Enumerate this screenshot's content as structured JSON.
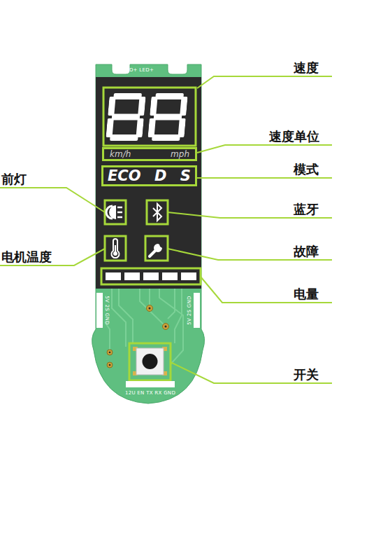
{
  "diagram": {
    "nodes": [
      {
        "text": [
          "km/h",
          "mph"
        ]
      },
      {
        "text": [
          "ECO",
          "D",
          "S"
        ]
      }
    ],
    "labels": [
      "LED+ LED+",
      "速度",
      "速度单位",
      "模式",
      "前灯",
      "蓝牙",
      "电机温度",
      "故障",
      "电量",
      "5V 2S GND",
      "5V 2S GND",
      "开关",
      "12U EN TX RX GND"
    ]
  }
}
